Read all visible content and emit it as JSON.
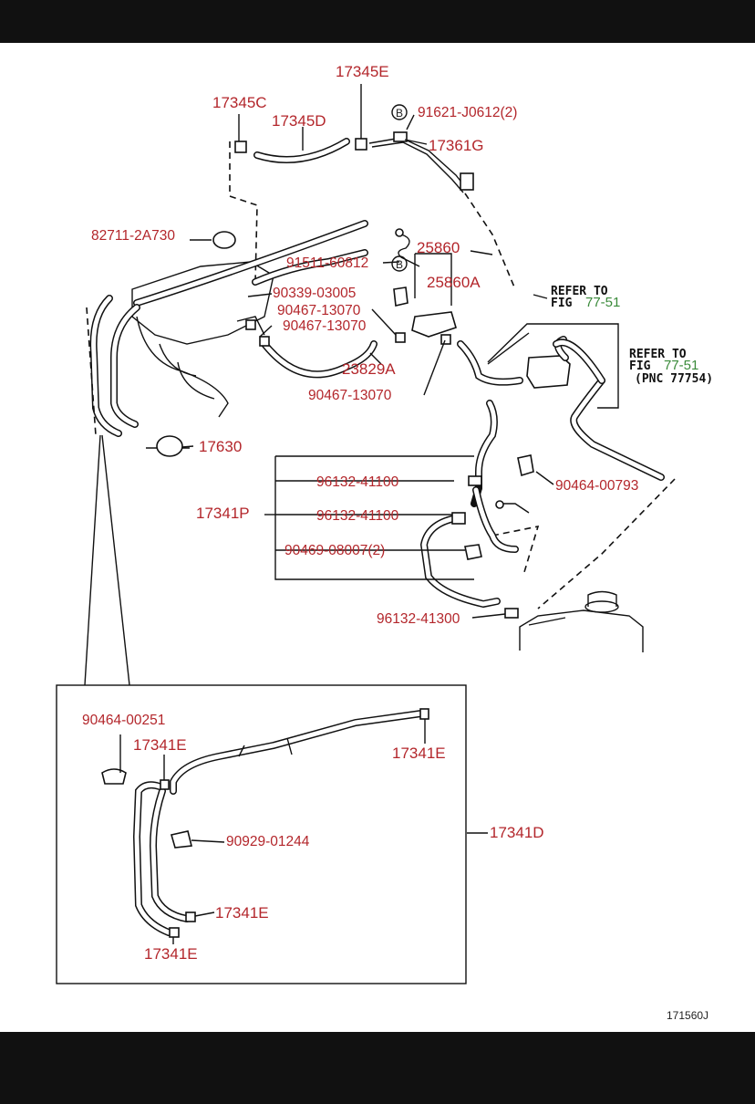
{
  "diagram": {
    "labels": {
      "p17345E": "17345E",
      "p17345C": "17345C",
      "p17345D": "17345D",
      "b1": "B",
      "p91621": "91621-J0612(2)",
      "p17361G": "17361G",
      "p82711": "82711-2A730",
      "p91511": "91511-60812",
      "b2": "B",
      "p25860": "25860",
      "p25860A": "25860A",
      "p90339": "90339-03005",
      "p90467a": "90467-13070",
      "p90467b": "90467-13070",
      "p23829A": "23829A",
      "p90467c": "90467-13070",
      "p17630": "17630",
      "p96132a": "96132-41100",
      "p90464_793": "90464-00793",
      "p17341P": "17341P",
      "p96132b": "96132-41100",
      "p90469": "90469-08007(2)",
      "p96132c": "96132-41300",
      "p90464_251": "90464-00251",
      "p17341E_a": "17341E",
      "p17341E_b": "17341E",
      "p17341D": "17341D",
      "p90929": "90929-01244",
      "p17341E_c": "17341E",
      "p17341E_d": "17341E"
    },
    "refer1": {
      "line1": "REFER TO",
      "line2": "FIG",
      "fig": "77-51"
    },
    "refer2": {
      "line1": "REFER TO",
      "line2": "FIG",
      "fig": "77-51",
      "pnc": "(PNC 77754)"
    },
    "figure_code": "171560J",
    "colors": {
      "label": "#b3262b",
      "figref": "#3a8a3a",
      "line": "#111111"
    }
  }
}
